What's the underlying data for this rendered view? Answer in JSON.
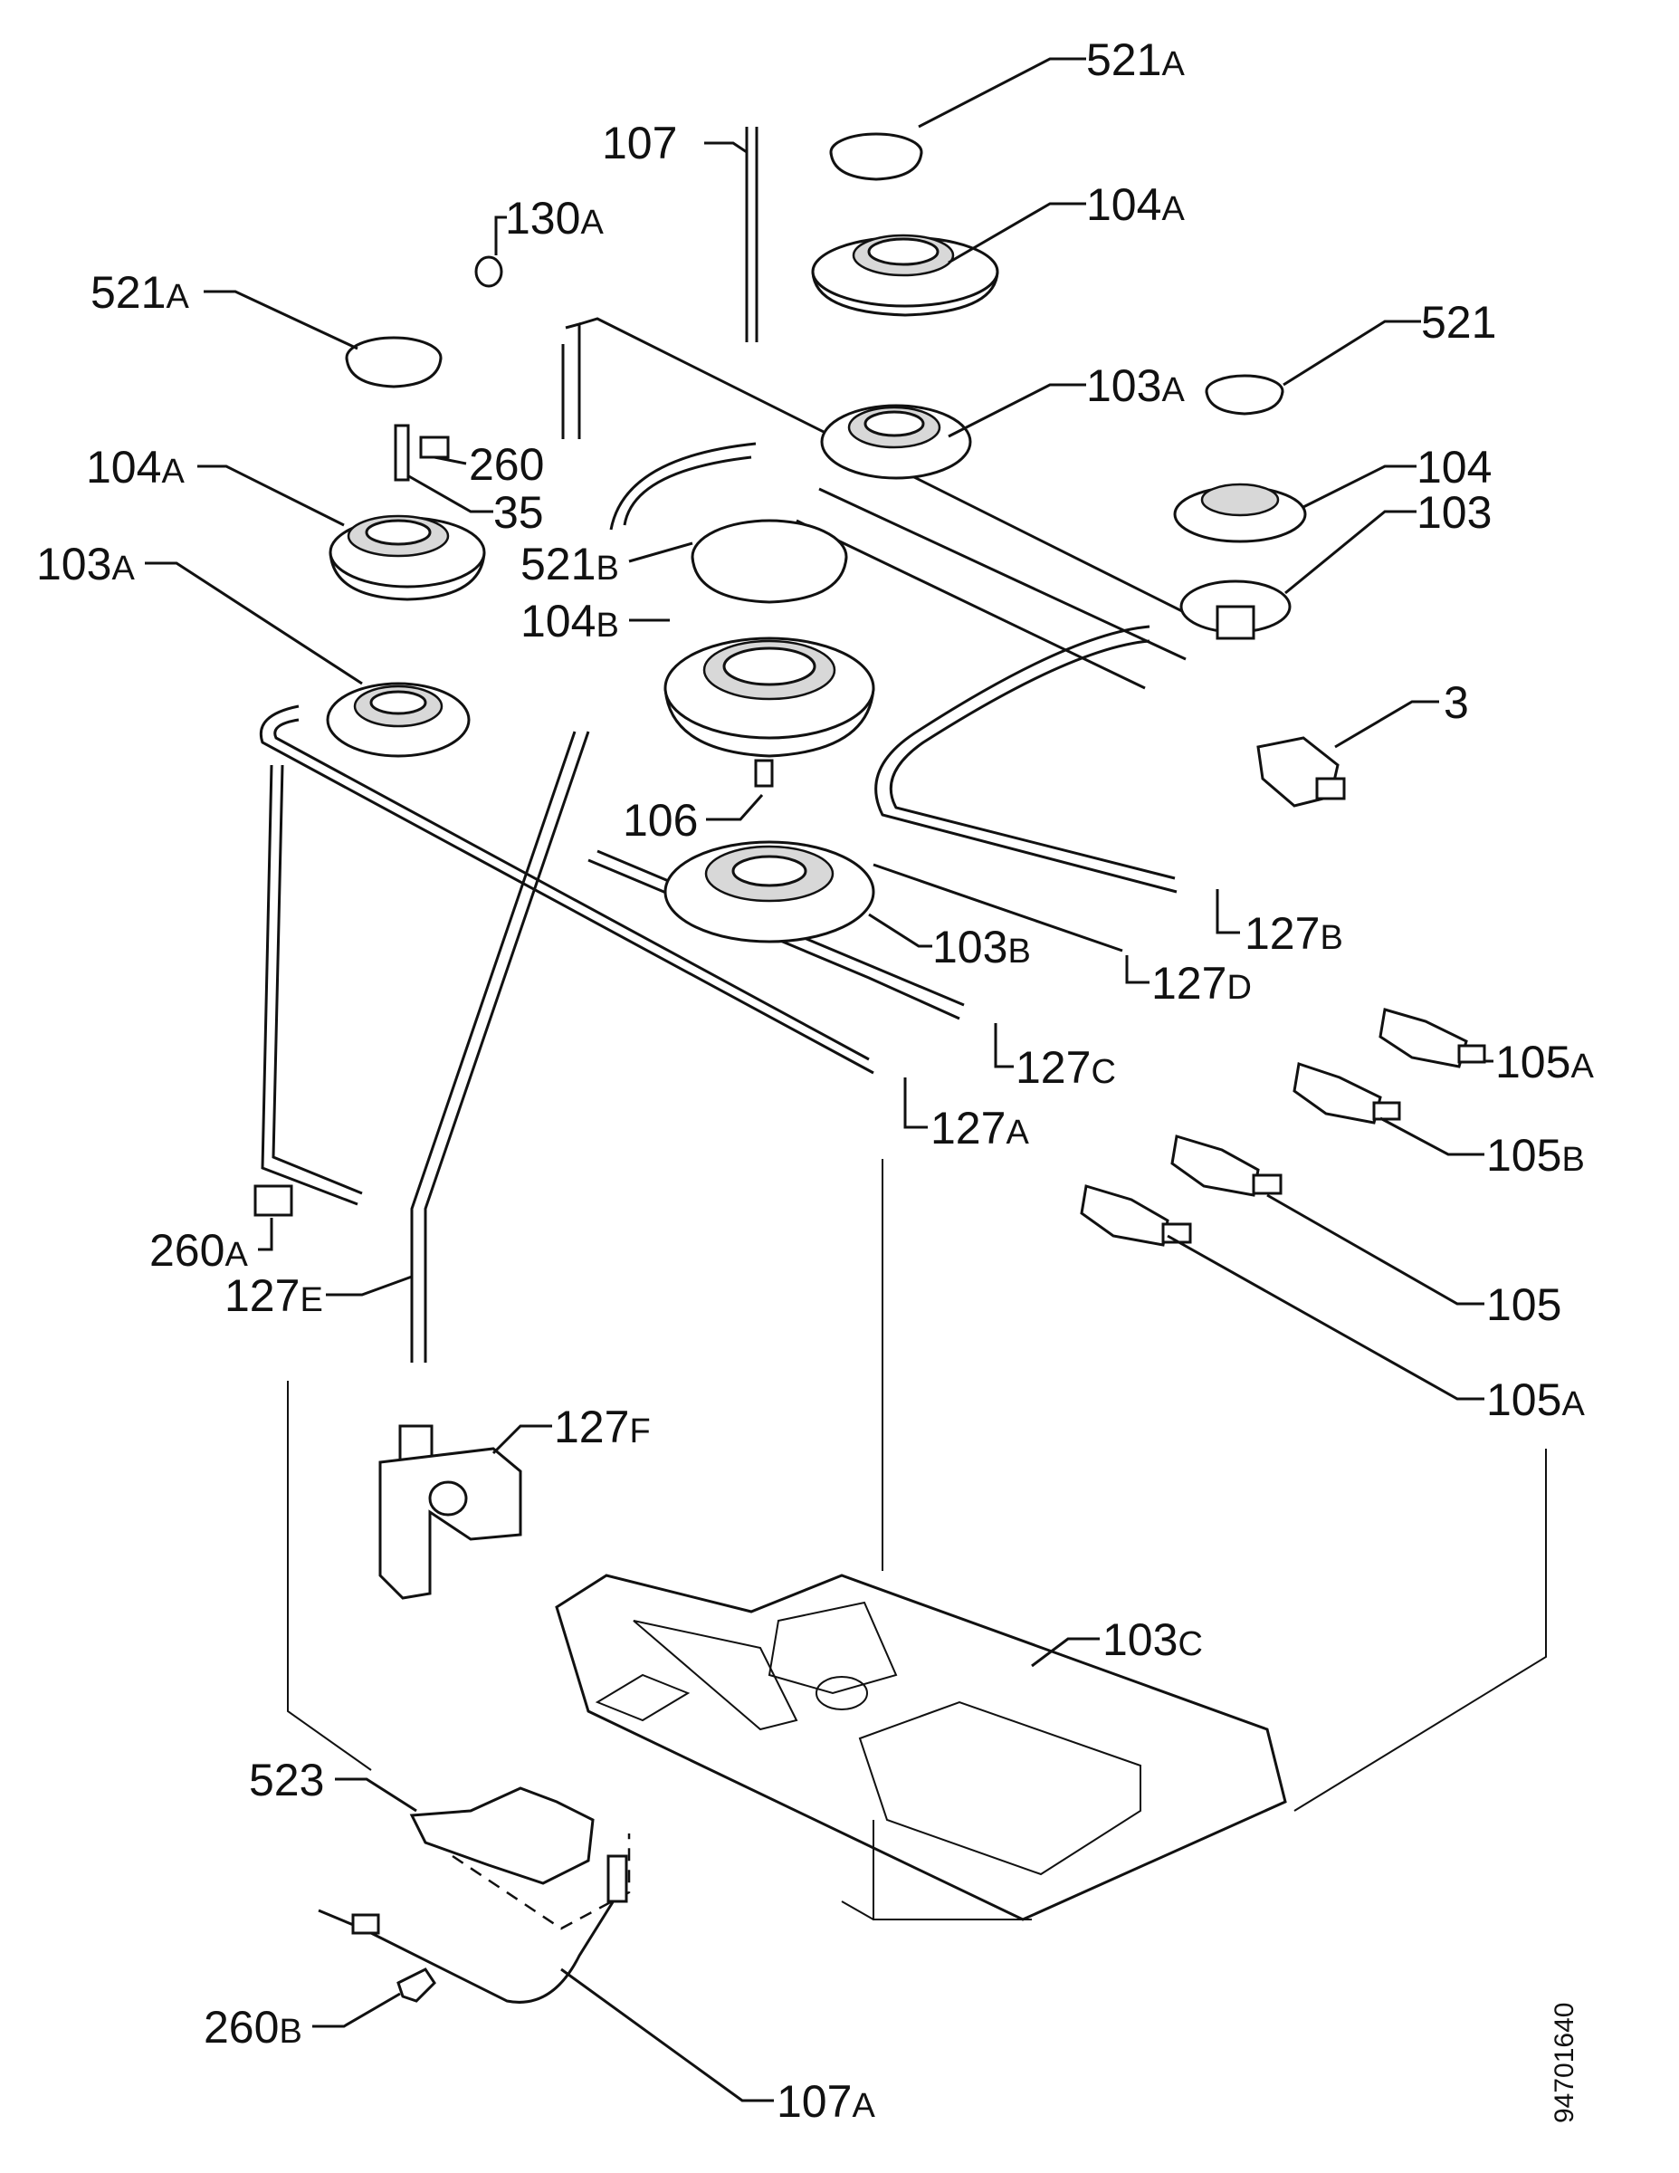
{
  "callouts": [
    {
      "id": "c1",
      "main": "521",
      "suffix": "A"
    },
    {
      "id": "c2",
      "main": "107",
      "suffix": ""
    },
    {
      "id": "c3",
      "main": "104",
      "suffix": "A"
    },
    {
      "id": "c4",
      "main": "130",
      "suffix": "A"
    },
    {
      "id": "c5",
      "main": "521",
      "suffix": "A"
    },
    {
      "id": "c6",
      "main": "521",
      "suffix": ""
    },
    {
      "id": "c7",
      "main": "103",
      "suffix": "A"
    },
    {
      "id": "c8",
      "main": "260",
      "suffix": ""
    },
    {
      "id": "c9",
      "main": "104",
      "suffix": "A"
    },
    {
      "id": "c10",
      "main": "104",
      "suffix": ""
    },
    {
      "id": "c11",
      "main": "35",
      "suffix": ""
    },
    {
      "id": "c12",
      "main": "103",
      "suffix": ""
    },
    {
      "id": "c13",
      "main": "521",
      "suffix": "B"
    },
    {
      "id": "c14",
      "main": "103",
      "suffix": "A"
    },
    {
      "id": "c15",
      "main": "104",
      "suffix": "B"
    },
    {
      "id": "c16",
      "main": "3",
      "suffix": ""
    },
    {
      "id": "c17",
      "main": "106",
      "suffix": ""
    },
    {
      "id": "c18",
      "main": "127",
      "suffix": "B"
    },
    {
      "id": "c19",
      "main": "103",
      "suffix": "B"
    },
    {
      "id": "c20",
      "main": "127",
      "suffix": "D"
    },
    {
      "id": "c21",
      "main": "105",
      "suffix": "A"
    },
    {
      "id": "c22",
      "main": "127",
      "suffix": "C"
    },
    {
      "id": "c23",
      "main": "127",
      "suffix": "A"
    },
    {
      "id": "c24",
      "main": "105",
      "suffix": "B"
    },
    {
      "id": "c25",
      "main": "260",
      "suffix": "A"
    },
    {
      "id": "c26",
      "main": "127",
      "suffix": "E"
    },
    {
      "id": "c27",
      "main": "105",
      "suffix": ""
    },
    {
      "id": "c28",
      "main": "105",
      "suffix": "A"
    },
    {
      "id": "c29",
      "main": "127",
      "suffix": "F"
    },
    {
      "id": "c30",
      "main": "103",
      "suffix": "C"
    },
    {
      "id": "c31",
      "main": "523",
      "suffix": ""
    },
    {
      "id": "c32",
      "main": "260",
      "suffix": "B"
    },
    {
      "id": "c33",
      "main": "107",
      "suffix": "A"
    }
  ],
  "drawing_code": "94701640"
}
